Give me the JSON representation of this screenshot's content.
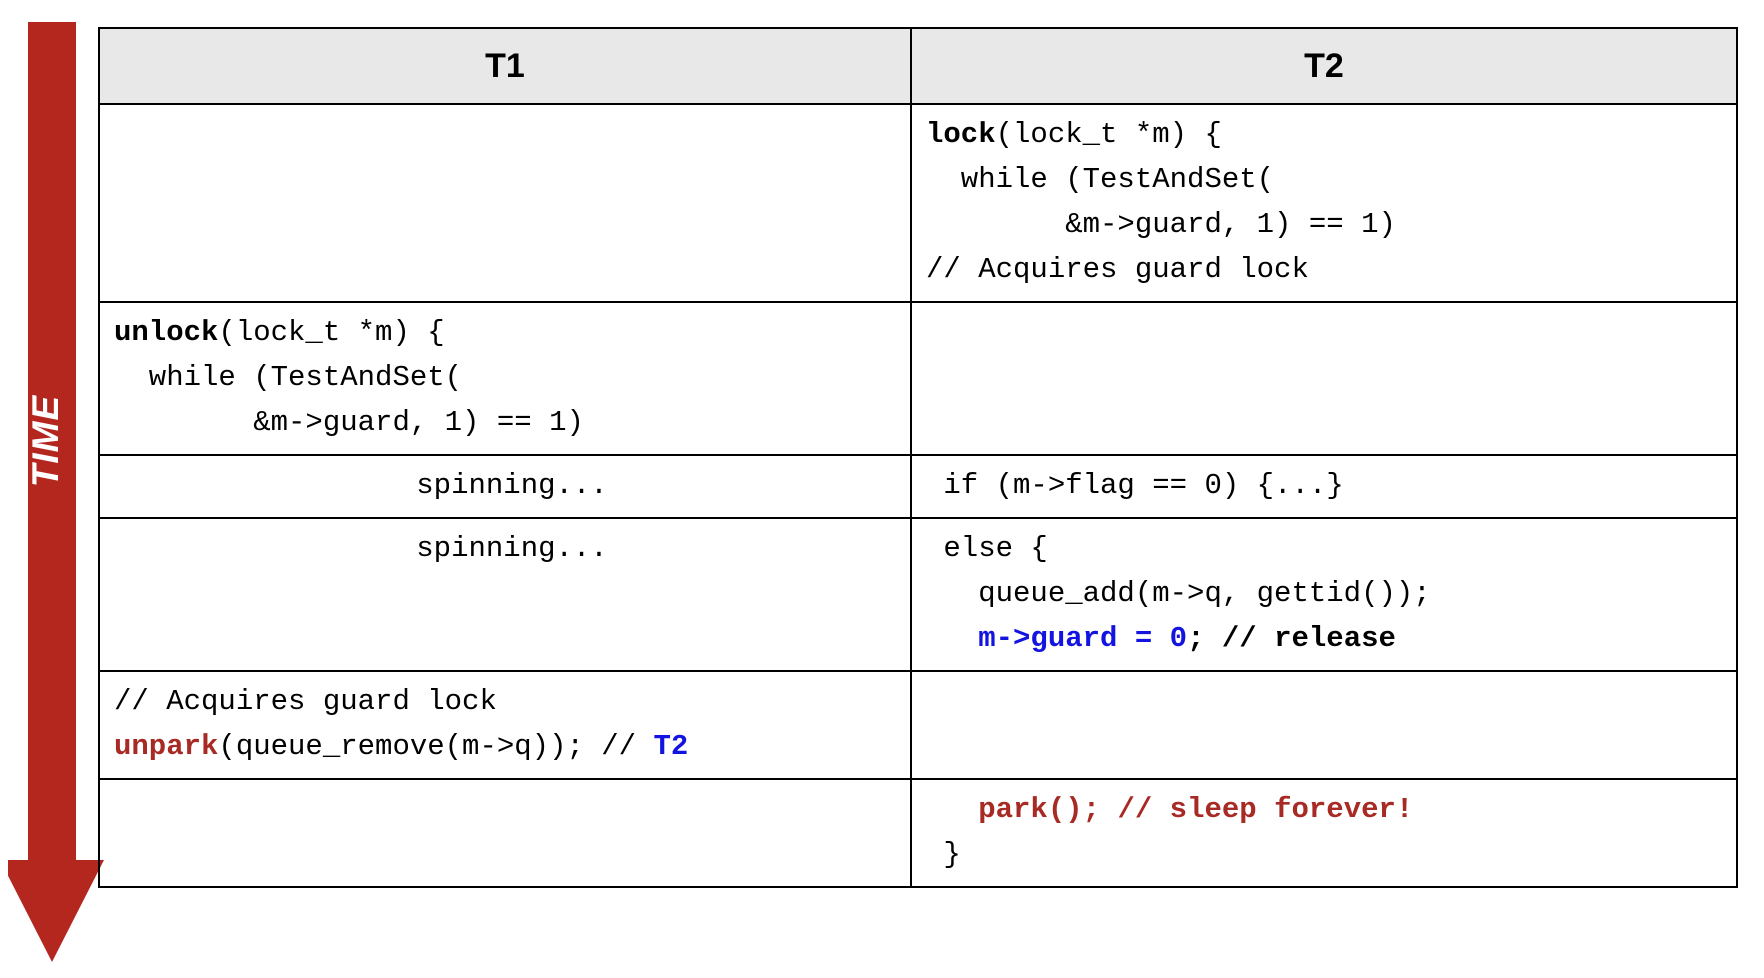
{
  "figure": {
    "time_axis_label": "TIME",
    "time_axis_color": "#b4271f"
  },
  "table": {
    "headers": [
      "T1",
      "T2"
    ],
    "rows": [
      {
        "t1": [],
        "t2": [
          {
            "align": "left",
            "segments": [
              {
                "text": "lock",
                "style": "kw"
              },
              {
                "text": "(lock_t *m) {",
                "style": "plain"
              }
            ]
          },
          {
            "align": "left",
            "segments": [
              {
                "text": "  while (TestAndSet(",
                "style": "plain"
              }
            ]
          },
          {
            "align": "left",
            "segments": [
              {
                "text": "        &m->guard, 1) == 1)",
                "style": "plain"
              }
            ]
          },
          {
            "align": "left",
            "segments": [
              {
                "text": "// Acquires guard lock",
                "style": "plain"
              }
            ]
          }
        ]
      },
      {
        "t1": [
          {
            "align": "left",
            "segments": [
              {
                "text": "unlock",
                "style": "kw"
              },
              {
                "text": "(lock_t *m) {",
                "style": "plain"
              }
            ]
          },
          {
            "align": "left",
            "segments": [
              {
                "text": "  while (TestAndSet(",
                "style": "plain"
              }
            ]
          },
          {
            "align": "left",
            "segments": [
              {
                "text": "        &m->guard, 1) == 1)",
                "style": "plain"
              }
            ]
          }
        ],
        "t2": []
      },
      {
        "t1": [
          {
            "align": "center",
            "segments": [
              {
                "text": "spinning...",
                "style": "plain"
              }
            ]
          }
        ],
        "t2": [
          {
            "align": "left",
            "segments": [
              {
                "text": " if (m->flag == 0) {...}",
                "style": "plain"
              }
            ]
          }
        ]
      },
      {
        "t1": [
          {
            "align": "center",
            "segments": [
              {
                "text": "spinning...",
                "style": "plain"
              }
            ]
          }
        ],
        "t2": [
          {
            "align": "left",
            "segments": [
              {
                "text": " else {",
                "style": "plain"
              }
            ]
          },
          {
            "align": "left",
            "segments": [
              {
                "text": "   queue_add(m->q, gettid());",
                "style": "plain"
              }
            ]
          },
          {
            "align": "left",
            "segments": [
              {
                "text": "   ",
                "style": "plain"
              },
              {
                "text": "m->guard = 0",
                "style": "blue"
              },
              {
                "text": "; // release",
                "style": "bold"
              }
            ]
          }
        ]
      },
      {
        "t1": [
          {
            "align": "left",
            "segments": [
              {
                "text": "// Acquires guard lock",
                "style": "plain"
              }
            ]
          },
          {
            "align": "left",
            "segments": [
              {
                "text": "unpark",
                "style": "red"
              },
              {
                "text": "(queue_remove(m->q)); // ",
                "style": "plain"
              },
              {
                "text": "T2",
                "style": "blue"
              }
            ]
          }
        ],
        "t2": []
      },
      {
        "t1": [],
        "t2": [
          {
            "align": "left",
            "segments": [
              {
                "text": "   ",
                "style": "plain"
              },
              {
                "text": "park",
                "style": "red"
              },
              {
                "text": "(); // sleep forever!",
                "style": "red"
              }
            ]
          },
          {
            "align": "left",
            "segments": [
              {
                "text": " }",
                "style": "plain"
              }
            ]
          }
        ]
      }
    ]
  }
}
